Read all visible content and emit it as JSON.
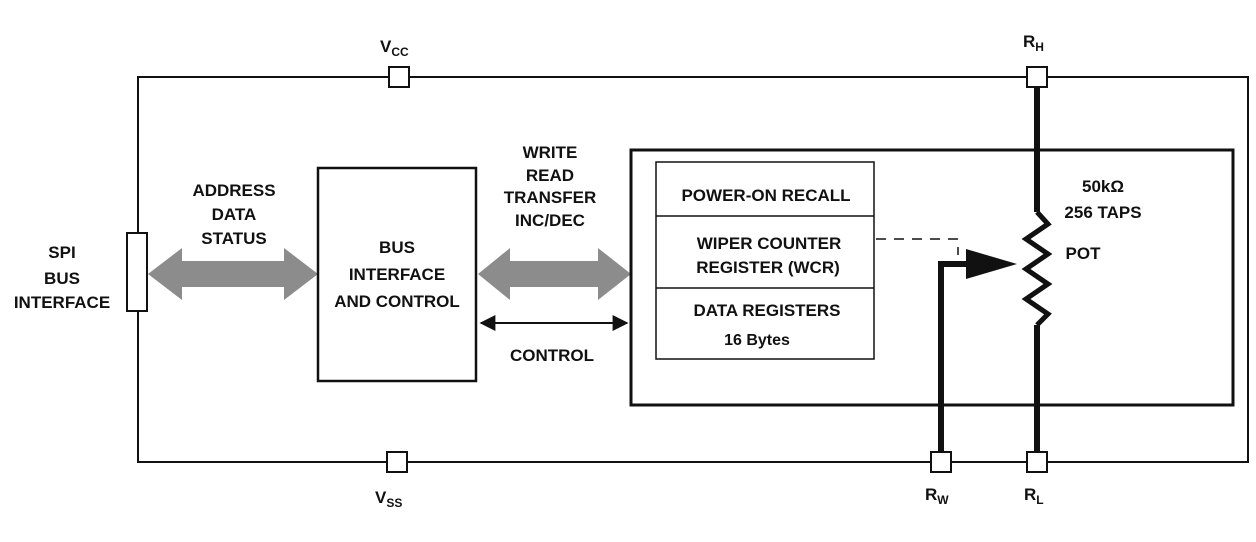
{
  "pins": {
    "vcc": {
      "main": "V",
      "sub": "CC"
    },
    "vss": {
      "main": "V",
      "sub": "SS"
    },
    "rh": {
      "main": "R",
      "sub": "H"
    },
    "rl": {
      "main": "R",
      "sub": "L"
    },
    "rw": {
      "main": "R",
      "sub": "W"
    }
  },
  "spi_label": [
    "SPI",
    "BUS",
    "INTERFACE"
  ],
  "bus_signals": [
    "ADDRESS",
    "DATA",
    "STATUS"
  ],
  "bus_block": [
    "BUS",
    "INTERFACE",
    "AND CONTROL"
  ],
  "cmd_signals": [
    "WRITE",
    "READ",
    "TRANSFER",
    "INC/DEC"
  ],
  "control_label": "CONTROL",
  "registers": {
    "power_on": "POWER-ON RECALL",
    "wcr": [
      "WIPER COUNTER",
      "REGISTER (WCR)"
    ],
    "data": [
      "DATA REGISTERS",
      "16 Bytes"
    ]
  },
  "pot": {
    "resistance": "50kΩ",
    "taps": "256 TAPS",
    "label": "POT"
  },
  "colors": {
    "line": "#111111",
    "arrow_fill": "#8c8c8c"
  }
}
